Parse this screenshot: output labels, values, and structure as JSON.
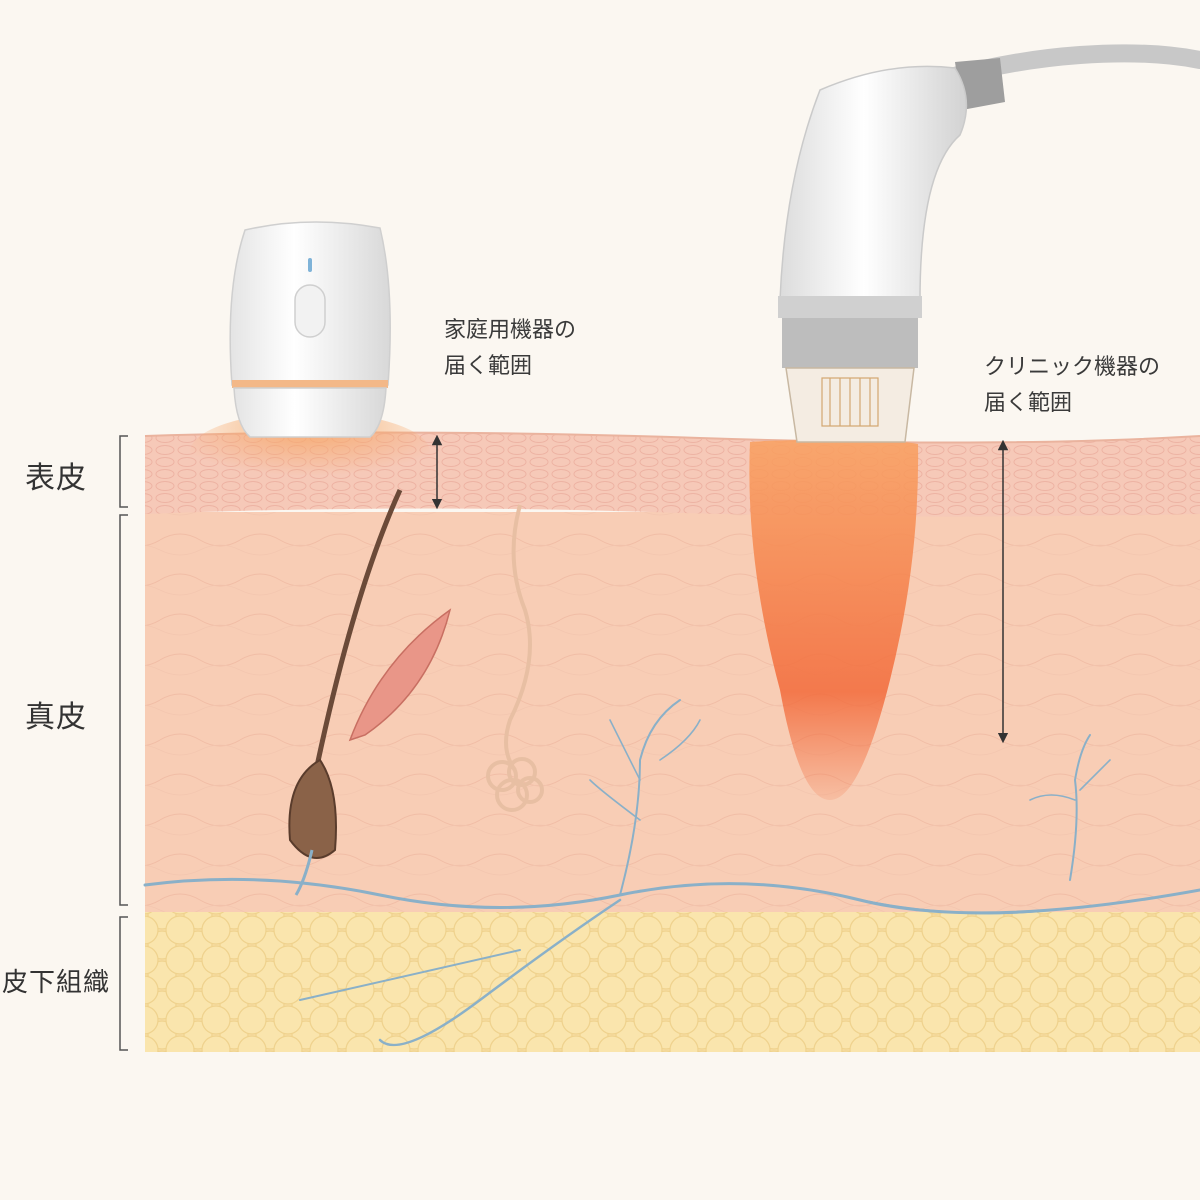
{
  "layers": {
    "epidermis": "表皮",
    "dermis": "真皮",
    "subcutaneous": "皮下組織"
  },
  "home_device": {
    "label_line1": "家庭用機器の",
    "label_line2": "届く範囲"
  },
  "clinic_device": {
    "label_line1": "クリニック機器の",
    "label_line2": "届く範囲"
  },
  "colors": {
    "background": "#fbf7f1",
    "epidermis": "#f6c9b8",
    "dermis": "#f8cdb5",
    "subcutaneous": "#f8dfa6",
    "vessel": "#8ab0c8",
    "heat_home": "#f7a86a",
    "heat_clinic": "#f26a3a"
  }
}
